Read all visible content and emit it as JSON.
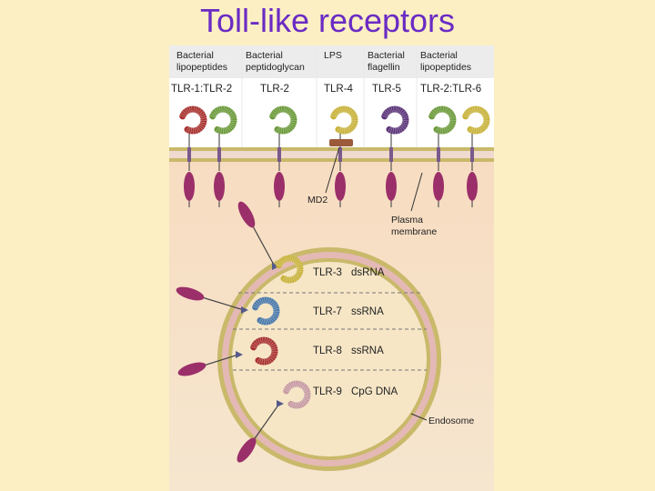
{
  "title": "Toll-like receptors",
  "colors": {
    "background": "#fbefc3",
    "title": "#6a2bc4",
    "membrane": "#c9b96a",
    "membrane_inner": "#e4b9b5",
    "tail": "#9b2f6a",
    "tlr1": "#a8312e",
    "tlr2": "#6b9a3a",
    "tlr4": "#c8b23a",
    "tlr5": "#5b3479",
    "tlr7": "#4a78a8",
    "tlr8": "#a8312e",
    "tlr9": "#c69aa0"
  },
  "ligands": [
    {
      "line1": "Bacterial",
      "line2": "lipopeptides"
    },
    {
      "line1": "Bacterial",
      "line2": "peptidoglycan"
    },
    {
      "line1": "LPS",
      "line2": ""
    },
    {
      "line1": "Bacterial",
      "line2": "flagellin"
    },
    {
      "line1": "Bacterial",
      "line2": "lipopeptides"
    }
  ],
  "surface_receptors": [
    "TLR-1:TLR-2",
    "TLR-2",
    "TLR-4",
    "TLR-5",
    "TLR-2:TLR-6"
  ],
  "labels": {
    "md2": "MD2",
    "plasma_line1": "Plasma",
    "plasma_line2": "membrane",
    "endosome": "Endosome"
  },
  "endosomal_receptors": [
    {
      "name": "TLR-3",
      "ligand": "dsRNA"
    },
    {
      "name": "TLR-7",
      "ligand": "ssRNA"
    },
    {
      "name": "TLR-8",
      "ligand": "ssRNA"
    },
    {
      "name": "TLR-9",
      "ligand": "CpG DNA"
    }
  ]
}
